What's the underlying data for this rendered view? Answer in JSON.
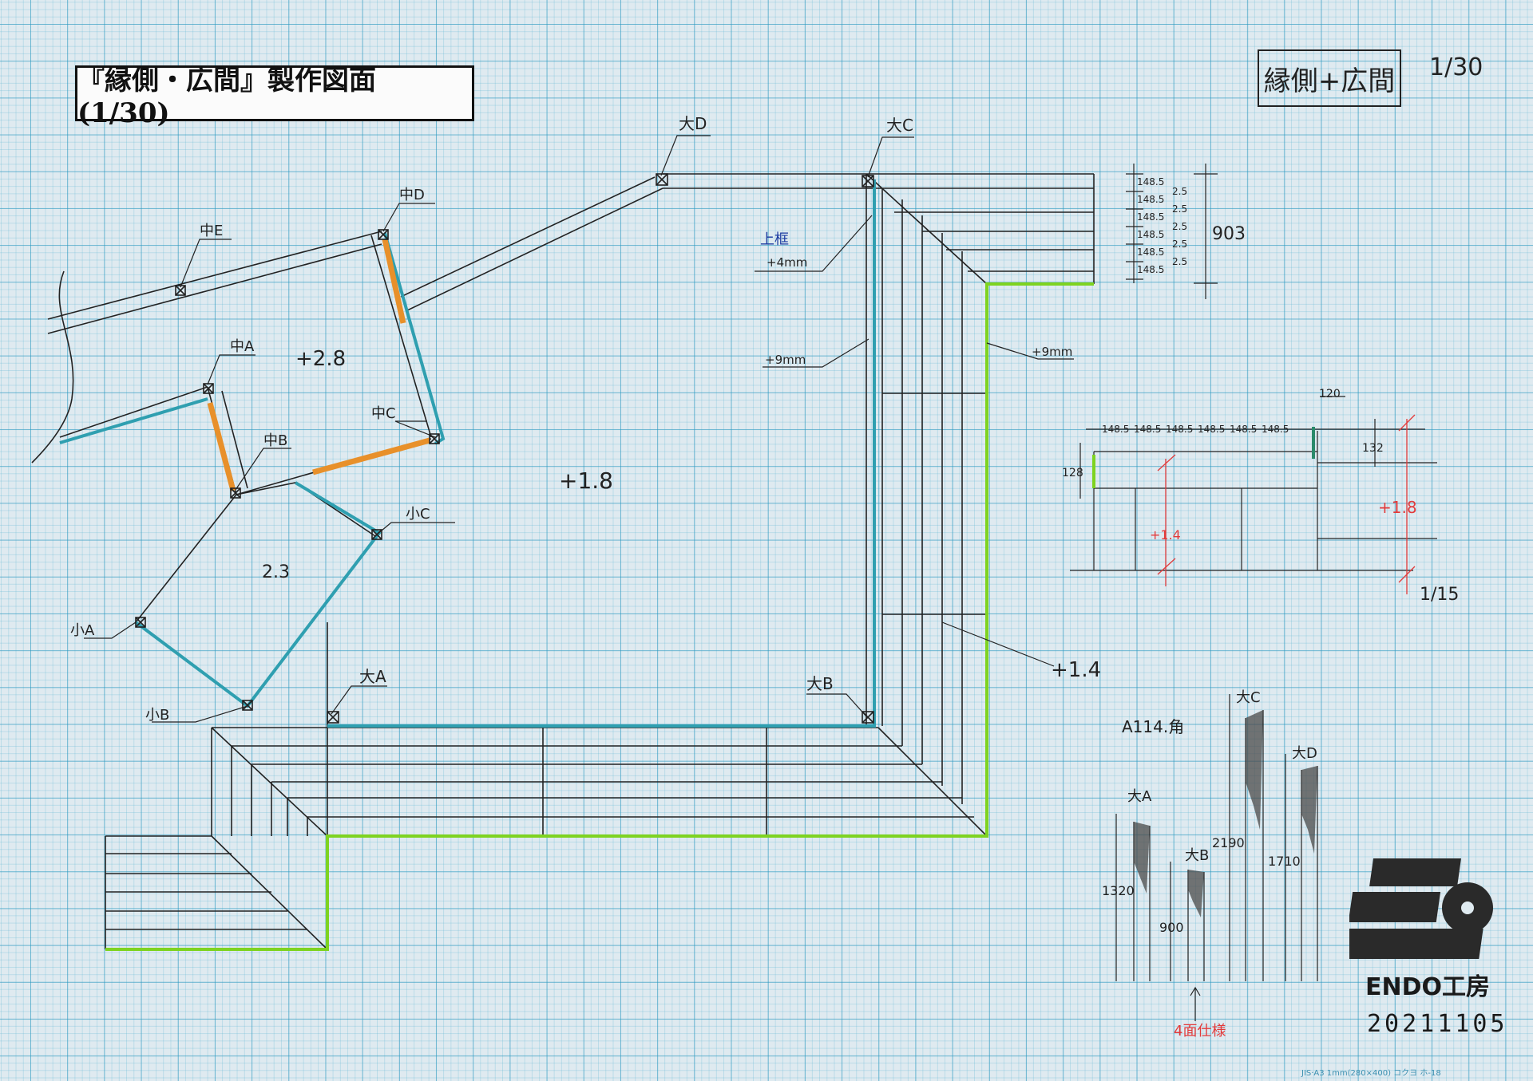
{
  "title": "『縁側・広間』製作図面 (1/30)",
  "header_box": {
    "label": "縁側+広間",
    "scale": "1/30"
  },
  "areas": {
    "large": "+1.8",
    "medium": "+2.8",
    "small": "2.3",
    "lower": "+1.4"
  },
  "posts": {
    "dai_a": "大A",
    "dai_b": "大B",
    "dai_c": "大C",
    "dai_d": "大D",
    "chu_a": "中A",
    "chu_b": "中B",
    "chu_c": "中C",
    "chu_d": "中D",
    "chu_e": "中E",
    "sho_a": "小A",
    "sho_b": "小B",
    "sho_c": "小C"
  },
  "annotations": {
    "kamikamachi": "上框",
    "kamikamachi_dim": "+4mm",
    "t9_left": "+9mm",
    "t9_right": "+9mm"
  },
  "board_widths": {
    "values": [
      "148.5",
      "148.5",
      "148.5",
      "148.5",
      "148.5",
      "148.5"
    ],
    "gaps": [
      "2.5",
      "2.5",
      "2.5",
      "2.5",
      "2.5"
    ],
    "total": "903"
  },
  "section": {
    "widths": [
      "148.5",
      "148.5",
      "148.5",
      "148.5",
      "148.5",
      "148.5"
    ],
    "top_dim": "120",
    "left_height": "128",
    "right_height": "132",
    "left_level": "+1.4",
    "right_level": "+1.8",
    "scale": "1/15"
  },
  "posts_elevation": {
    "note": "A114.角",
    "spec": "4面仕様",
    "items": [
      {
        "name": "大A",
        "length": "1320"
      },
      {
        "name": "大B",
        "length": "900"
      },
      {
        "name": "大C",
        "length": "2190"
      },
      {
        "name": "大D",
        "length": "1710"
      }
    ]
  },
  "brand": "ENDO工房",
  "date": "20211105",
  "footer": "JIS·A3     1mm(280×400)     コクヨ  ホ-18",
  "colors": {
    "line": "#222222",
    "teal": "#2f9fb0",
    "green": "#7ed321",
    "orange": "#e8902a",
    "red": "#e23b3b",
    "blue": "#1a3aa0"
  }
}
